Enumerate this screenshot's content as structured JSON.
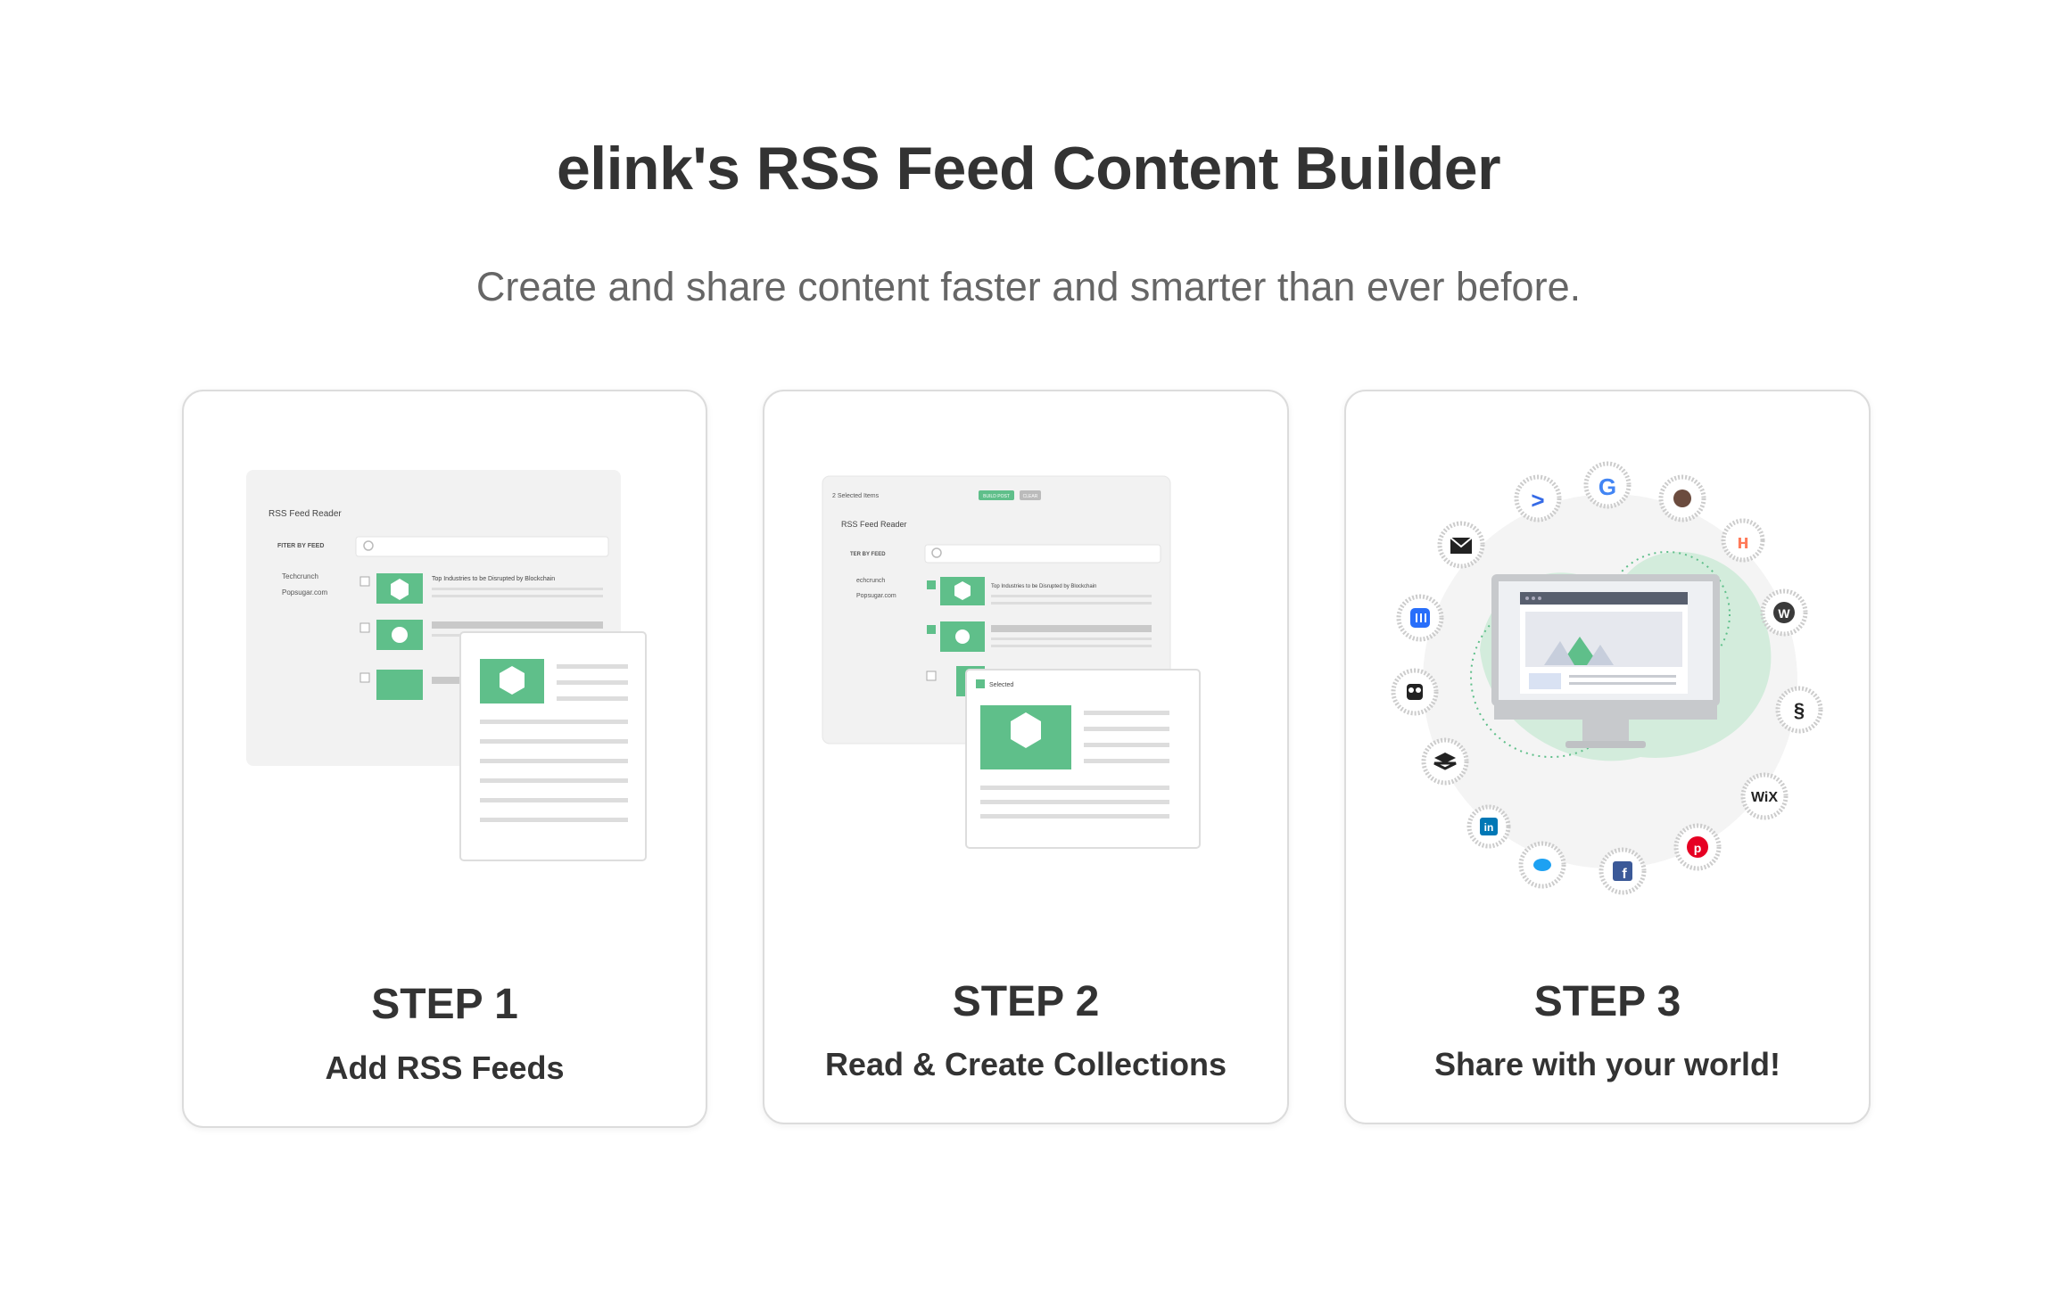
{
  "header": {
    "title": "elink's RSS Feed Content Builder",
    "subtitle": "Create and share content faster and smarter than ever before."
  },
  "steps": [
    {
      "title": "STEP 1",
      "description": "Add RSS Feeds",
      "mockup": {
        "panel_title": "RSS Feed Reader",
        "filter_label": "FITER BY FEED",
        "feeds": [
          "Techcrunch",
          "Popsugar.com"
        ],
        "article_title": "Top Industries to be Disrupted by Blockchain"
      }
    },
    {
      "title": "STEP 2",
      "description": "Read & Create Collections",
      "mockup": {
        "selected_count": "2 Selected Items",
        "build_button": "BUILD POST",
        "clear_button": "CLEAR",
        "panel_title": "RSS Feed Reader",
        "filter_label": "TER BY FEED",
        "feeds": [
          "echcrunch",
          "Popsugar.com"
        ],
        "article_title": "Top Industries to be Disrupted by Blockchain",
        "selected_label": "Selected"
      }
    },
    {
      "title": "STEP 3",
      "description": "Share with your world!",
      "integrations": [
        "activecampaign-icon",
        "google-icon",
        "mailchimp-icon",
        "hubspot-icon",
        "wordpress-icon",
        "squarespace-icon",
        "wix-icon",
        "pinterest-icon",
        "facebook-icon",
        "twitter-icon",
        "linkedin-icon",
        "buffer-icon",
        "hootsuite-icon",
        "intercom-icon",
        "campaign-monitor-icon"
      ],
      "integration_labels": {
        "wix": "WiX"
      }
    }
  ],
  "colors": {
    "accent_green": "#5fbf8a",
    "text": "#333333",
    "muted": "#666666"
  }
}
